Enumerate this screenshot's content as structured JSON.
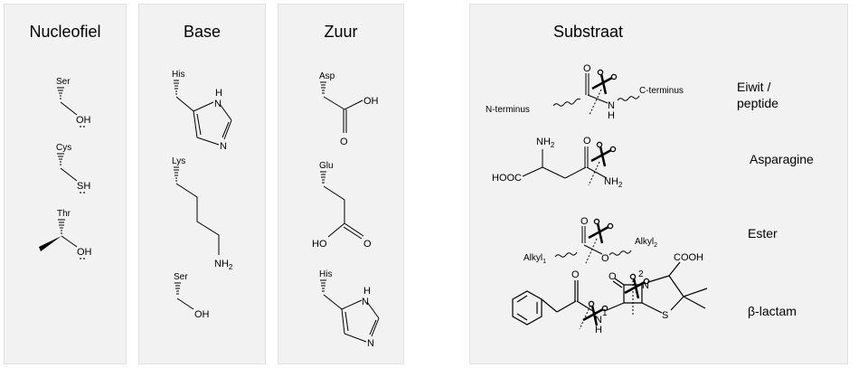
{
  "panels": {
    "nucleofiel": {
      "title": "Nucleofiel",
      "residues": [
        {
          "name": "Ser",
          "group": "OH"
        },
        {
          "name": "Cys",
          "group": "SH"
        },
        {
          "name": "Thr",
          "group": "OH"
        }
      ]
    },
    "base": {
      "title": "Base",
      "residues": [
        {
          "name": "His",
          "group_top": "H",
          "group_n": "N",
          "group_n2": "N"
        },
        {
          "name": "Lys",
          "group": "NH2"
        },
        {
          "name": "Ser",
          "group": "OH"
        }
      ]
    },
    "zuur": {
      "title": "Zuur",
      "residues": [
        {
          "name": "Asp",
          "group_oh": "OH",
          "group_o": "O"
        },
        {
          "name": "Glu",
          "group_oh": "HO",
          "group_o": "O"
        },
        {
          "name": "His",
          "group_top": "H",
          "group_n": "N",
          "group_n2": "N"
        }
      ]
    },
    "substraat": {
      "title": "Substraat",
      "rows": [
        {
          "label": "Eiwit / peptide",
          "left": "N-terminus",
          "right": "C-terminus",
          "o": "O",
          "n": "N",
          "h": "H"
        },
        {
          "label": "Asparagine",
          "nh2_top": "NH2",
          "acid": "HOOC",
          "o": "O",
          "nh2": "NH2"
        },
        {
          "label": "Ester",
          "alkyl1": "Alkyl1",
          "alkyl2": "Alkyl2",
          "o": "O",
          "o2": "O"
        },
        {
          "label": "β-lactam",
          "cut1": "1",
          "cut2": "2",
          "cooh": "COOH",
          "o1": "O",
          "o2": "O",
          "n": "N",
          "h": "H",
          "nring": "N",
          "s": "S"
        }
      ]
    }
  },
  "colors": {
    "panel_bg": "#f2f2f2",
    "panel_border": "#e2e2e2",
    "ink": "#000000"
  }
}
